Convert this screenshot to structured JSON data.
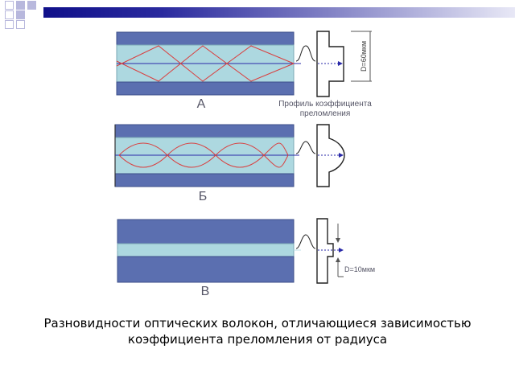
{
  "fiber_a": {
    "label": "А",
    "diameter_label": "D=60мкм"
  },
  "profile_caption": {
    "line1": "Профиль коэффициента",
    "line2": "преломления"
  },
  "fiber_b": {
    "label": "Б"
  },
  "fiber_c": {
    "label": "В",
    "diameter_label": "D=10мкм"
  },
  "caption": {
    "line1": "Разновидности оптических волокон, отличающиеся зависимостью",
    "line2": "коэффициента преломления от радиуса"
  },
  "colors": {
    "cladding": "#5b6fb0",
    "core": "#add8e0",
    "ray": "#d94040",
    "axis": "#2a2aa8",
    "text_gray": "#555566",
    "topbar_dark": "#10108a",
    "squares": "#b8b8dd"
  }
}
